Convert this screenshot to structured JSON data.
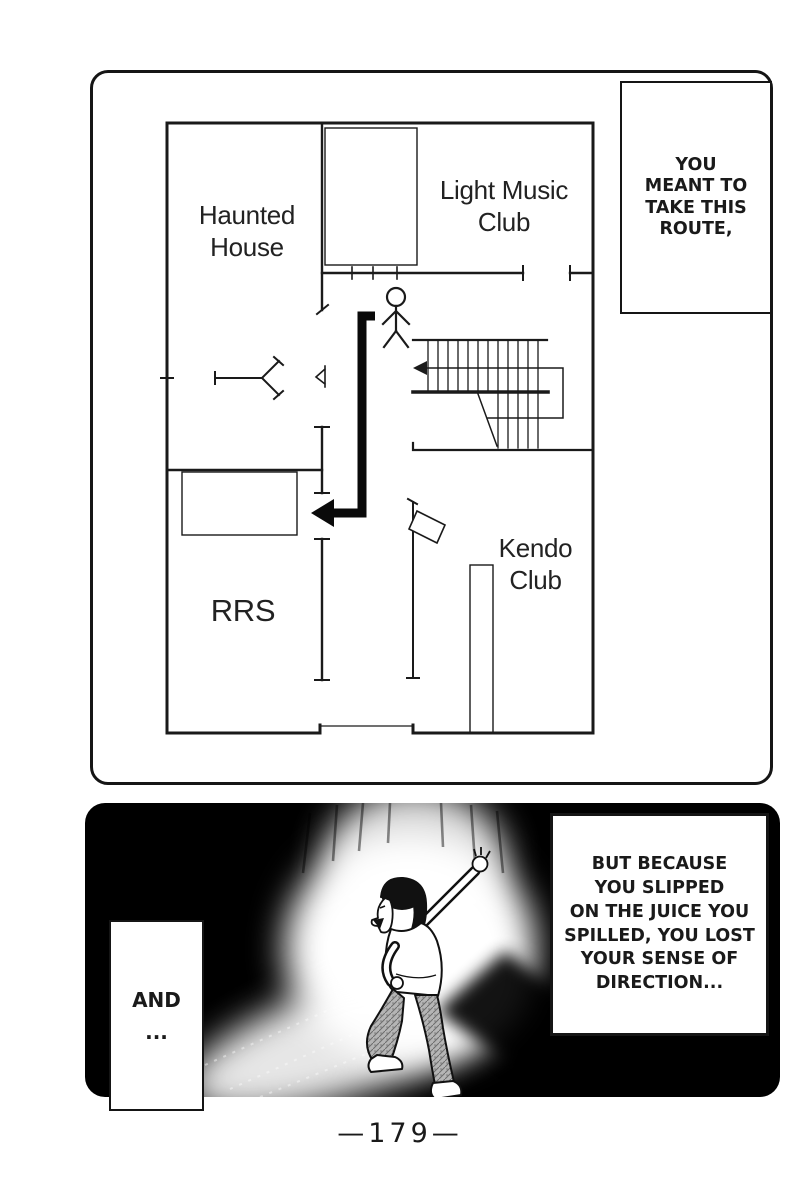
{
  "colors": {
    "ink": "#1a1a1a",
    "paper": "#ffffff",
    "panel_background": "#000000"
  },
  "top_panel": {
    "caption": {
      "lines": [
        "YOU",
        "MEANT TO",
        "TAKE THIS",
        "ROUTE,"
      ]
    },
    "map_labels": {
      "haunted_house": {
        "line1": "Haunted",
        "line2": "House"
      },
      "light_music_club": {
        "line1": "Light Music",
        "line2": "Club"
      },
      "rrs": "RRS",
      "kendo_club": {
        "line1": "Kendo",
        "line2": "Club"
      }
    }
  },
  "bottom_panel": {
    "left_caption": {
      "lines": [
        "AND",
        "..."
      ]
    },
    "right_caption": {
      "lines": [
        "BUT BECAUSE",
        "YOU SLIPPED",
        "ON THE JUICE YOU",
        "SPILLED, YOU LOST",
        "YOUR SENSE OF",
        "DIRECTION..."
      ]
    }
  },
  "page_number": "—179—"
}
